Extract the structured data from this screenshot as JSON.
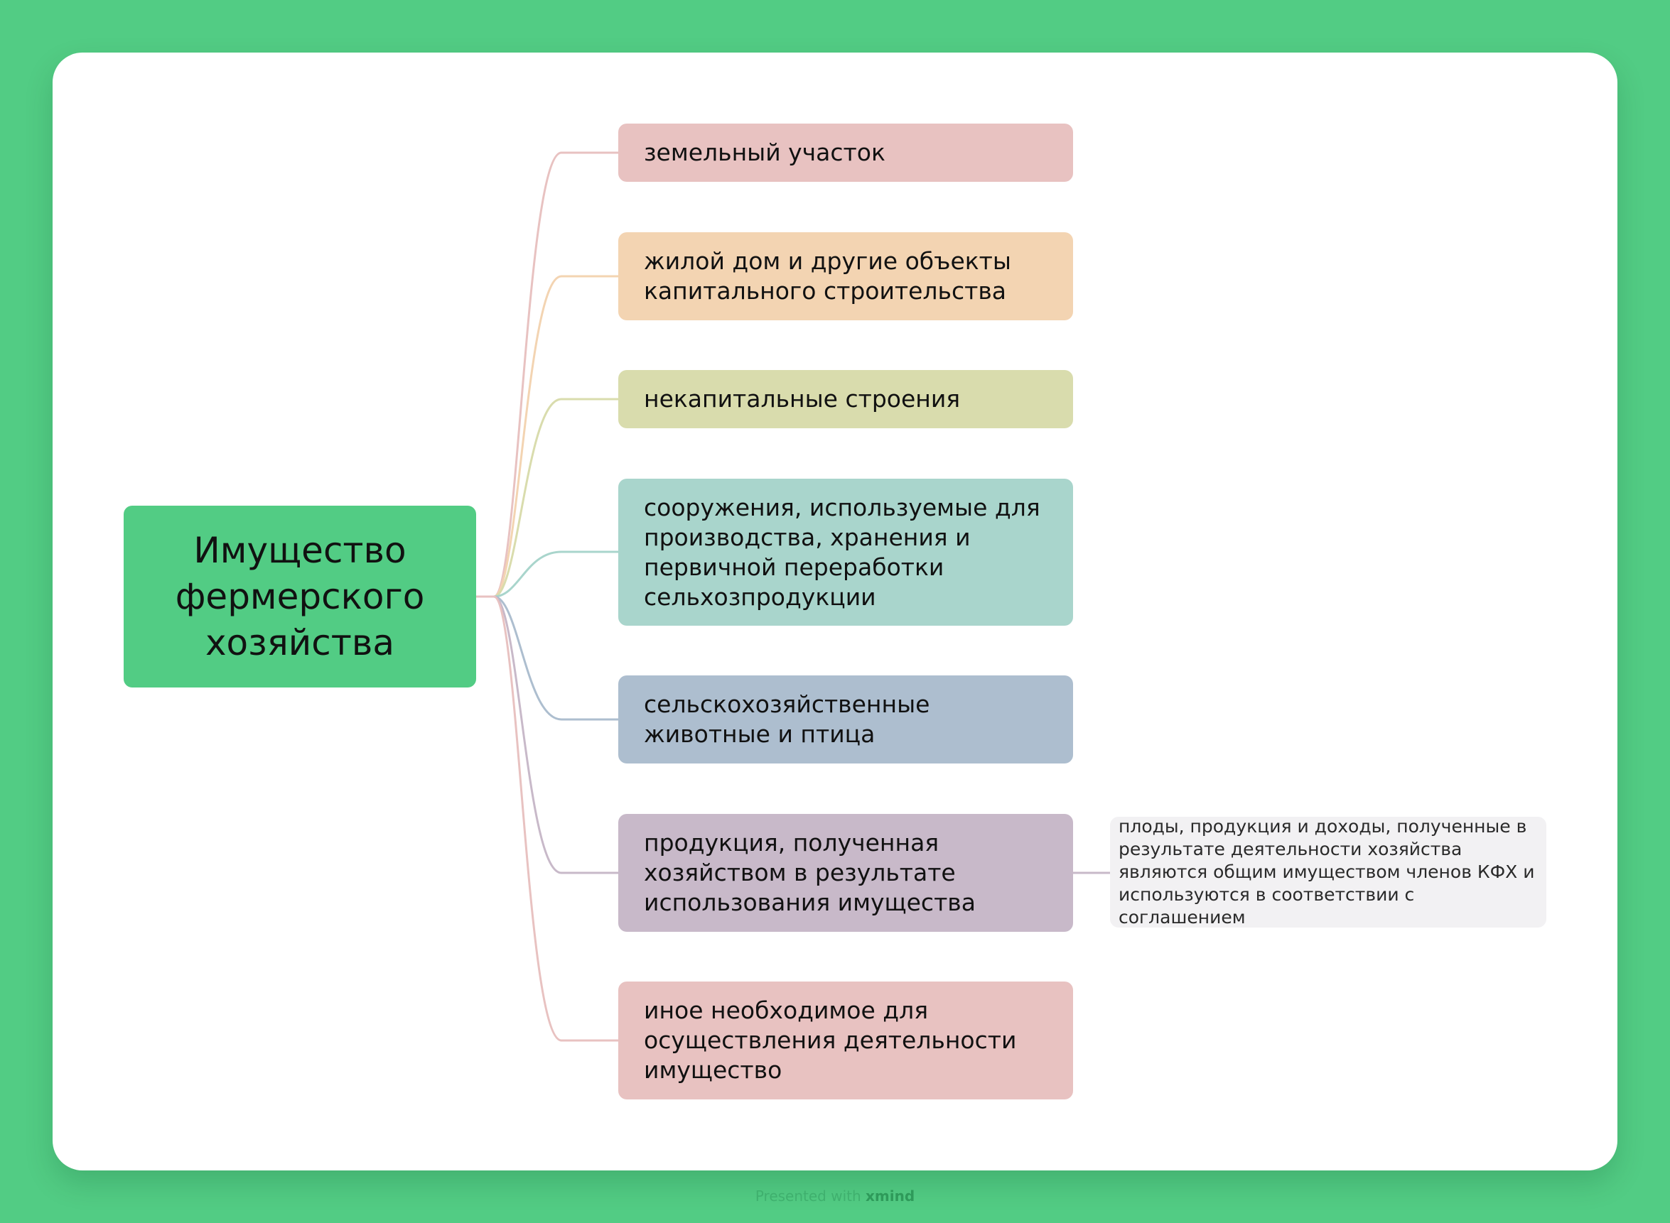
{
  "root": {
    "label": "Имущество\nфермерского\nхозяйства",
    "color": "#52cc84"
  },
  "branches": [
    {
      "label": "земельный участок",
      "color": "#e8c2c1"
    },
    {
      "label": "жилой дом и другие объекты\nкапитального строительства",
      "color": "#f3d4b2"
    },
    {
      "label": "некапитальные строения",
      "color": "#d9dcad"
    },
    {
      "label": "сооружения, используемые для\nпроизводства, хранения и\nпервичной переработки\nсельхозпродукции",
      "color": "#a9d5cc"
    },
    {
      "label": "сельскохозяйственные\nживотные и птица",
      "color": "#adbecf"
    },
    {
      "label": "продукция, полученная\nхозяйством в результате\nиспользования имущества",
      "color": "#c8b9c9"
    },
    {
      "label": "иное необходимое для\nосуществления деятельности\nимущество",
      "color": "#e8c2c1"
    }
  ],
  "note": {
    "text": "плоды, продукция и доходы, полученные в\nрезультате деятельности хозяйства\nявляются общим имуществом членов КФХ и\nиспользуются в соответствии с соглашением"
  },
  "footer": {
    "prefix": "Presented with",
    "brand": "xmind"
  },
  "colors": {
    "background": "#52cc84",
    "card": "#ffffff",
    "note_bg": "#f2f1f3"
  }
}
